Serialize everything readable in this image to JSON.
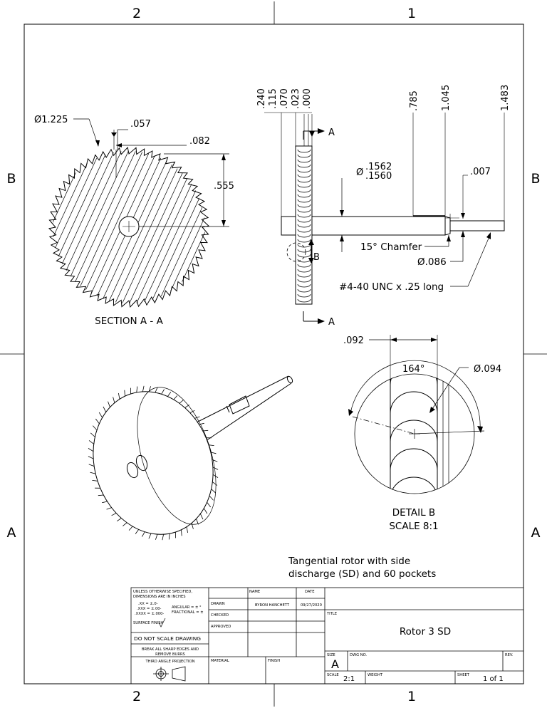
{
  "zones": {
    "top_left": "2",
    "top_right": "1",
    "bottom_left": "2",
    "bottom_right": "1",
    "left_upper": "B",
    "left_lower": "A",
    "right_upper": "B",
    "right_lower": "A"
  },
  "section_view": {
    "label": "SECTION A - A",
    "dim_diameter": "Ø1.225",
    "dim_057": ".057",
    "dim_082": ".082",
    "dim_555": ".555"
  },
  "side_view": {
    "stack_dims": [
      ".240",
      ".115",
      ".070",
      ".023",
      ".000"
    ],
    "dim_785": ".785",
    "dim_1045": "1.045",
    "dim_1483": "1.483",
    "section_mark_a": "A",
    "dia_prefix": "Ø",
    "dia_upper": ".1562",
    "dia_lower": ".1560",
    "dim_007": ".007",
    "chamfer": "15° Chamfer",
    "dim_086": "Ø.086",
    "thread": "#4-40 UNC x .25 long",
    "detail_mark": "B"
  },
  "detail_view": {
    "dim_092": ".092",
    "angle": "164°",
    "dim_094": "Ø.094",
    "label": "DETAIL B",
    "scale": "SCALE 8:1"
  },
  "note": {
    "line1": "Tangential rotor with side",
    "line2": "discharge (SD) and 60 pockets"
  },
  "title_block": {
    "spec_lines": [
      "UNLESS OTHERWISE SPECIFIED,",
      "DIMENSIONS ARE IN INCHES"
    ],
    "tol_lines": [
      ".XX = ±.0-",
      ".XXX = ±.00-",
      ".XXXX = ±.000-"
    ],
    "angular": "ANGULAR = ± °",
    "fractional": "FRACTIONAL = ±",
    "surface_finish": "SURFACE FINISH",
    "do_not_scale": "DO NOT SCALE DRAWING",
    "burrs_lines": [
      "BREAK ALL SHARP EDGES AND",
      "REMOVE BURRS"
    ],
    "projection": "THIRD ANGLE PROJECTION",
    "name_hdr": "NAME",
    "date_hdr": "DATE",
    "drawn": "DRAWN",
    "drawn_name": "BYRON HANCHETT",
    "drawn_date": "09/27/2020",
    "checked": "CHECKED",
    "approved": "APPROVED",
    "material": "MATERIAL",
    "finish": "FINISH",
    "title_hdr": "TITLE",
    "title": "Rotor 3 SD",
    "size_hdr": "SIZE",
    "size": "A",
    "dwg_hdr": "DWG NO.",
    "rev_hdr": "REV.",
    "scale_hdr": "SCALE",
    "scale": "2:1",
    "weight_hdr": "WEIGHT",
    "sheet_hdr": "SHEET",
    "sheet": "1 of 1"
  }
}
